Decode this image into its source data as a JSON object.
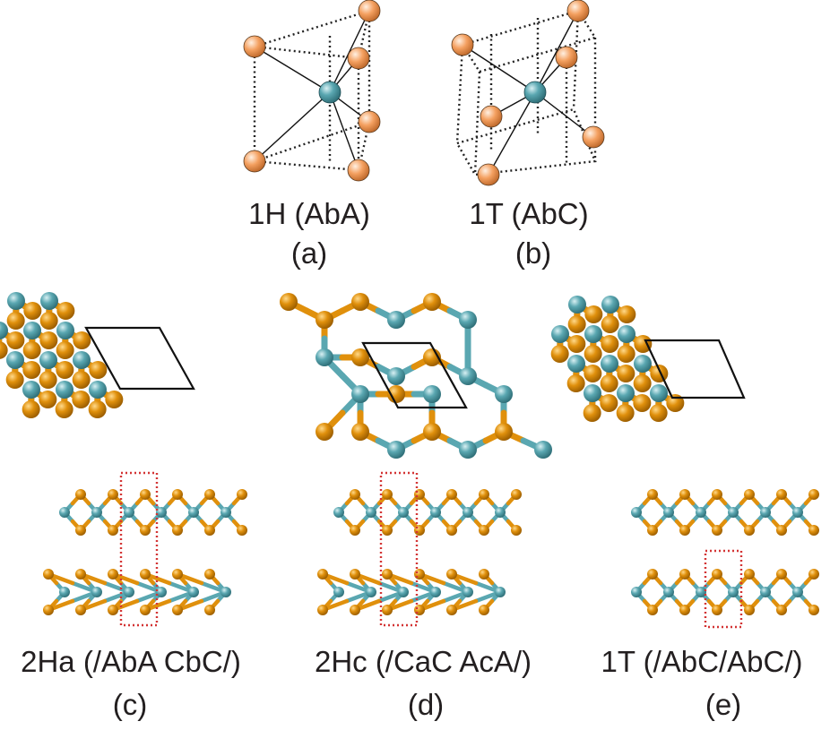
{
  "panels": [
    {
      "id": "a",
      "structure": "1H (AbA)",
      "letter": "(a)"
    },
    {
      "id": "b",
      "structure": "1T (AbC)",
      "letter": "(b)"
    },
    {
      "id": "c",
      "structure": "2Ha (/AbA CbC/)",
      "letter": "(c)"
    },
    {
      "id": "d",
      "structure": "2Hc (/CaC AcA/)",
      "letter": "(d)"
    },
    {
      "id": "e",
      "structure": "1T (/AbC/AbC/)",
      "letter": "(e)"
    }
  ],
  "colors": {
    "metal_atom": "#5aa7b1",
    "chalcogen_atom": "#e0900c",
    "polyhedron_atom": "#f4a060",
    "unit_cell_outline": "#111111",
    "layer_cell_outline": "#d33434"
  }
}
